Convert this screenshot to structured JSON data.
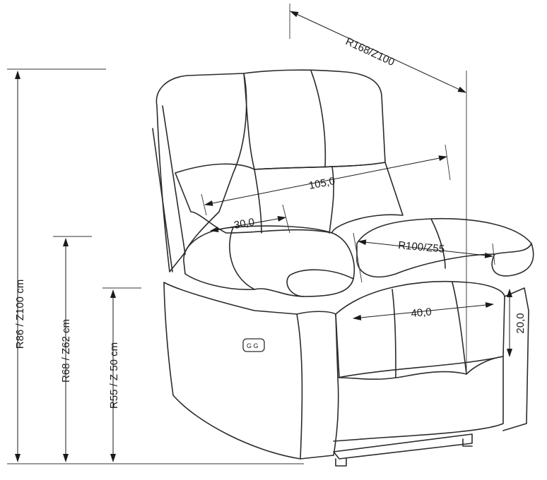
{
  "labels": {
    "overall_length": "R168/Z100",
    "height_total": "R86 / Z100 cm",
    "height_armrest": "R68 / Z62 cm",
    "height_seat": "R55 / Z 50 cm",
    "back_width": "105,0",
    "armrest_width": "30,0",
    "seat_depth": "R100/Z55",
    "seat_width": "40,0",
    "cushion_thickness": "20,0"
  },
  "colors": {
    "line": "#2b2b2b",
    "background": "#ffffff"
  },
  "icons": {
    "button": "recline-button-icon"
  }
}
